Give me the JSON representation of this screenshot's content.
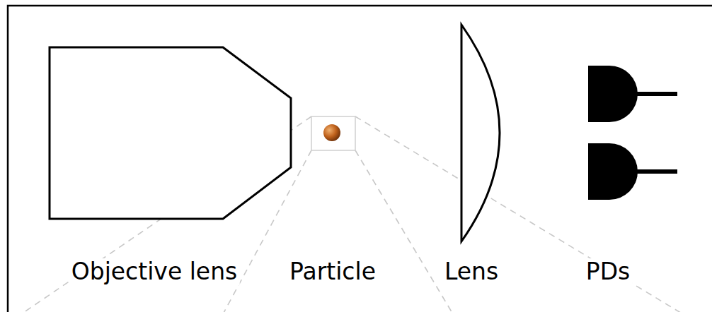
{
  "diagram": {
    "labels": [
      "Objective lens",
      "Particle",
      "Lens",
      "PDs"
    ]
  }
}
